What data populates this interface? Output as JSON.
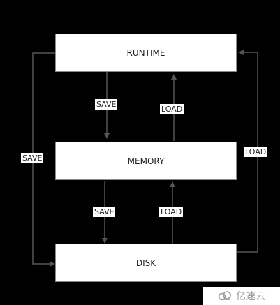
{
  "nodes": {
    "runtime": "RUNTIME",
    "memory": "MEMORY",
    "disk": "DISK"
  },
  "edges": {
    "runtime_to_memory": "SAVE",
    "memory_to_runtime": "LOAD",
    "memory_to_disk": "SAVE",
    "disk_to_memory": "LOAD",
    "runtime_to_disk": "SAVE",
    "disk_to_runtime": "LOAD"
  },
  "watermark": "亿速云",
  "colors": {
    "background": "#000000",
    "box_fill": "#ffffff",
    "arrow": "#555555"
  }
}
